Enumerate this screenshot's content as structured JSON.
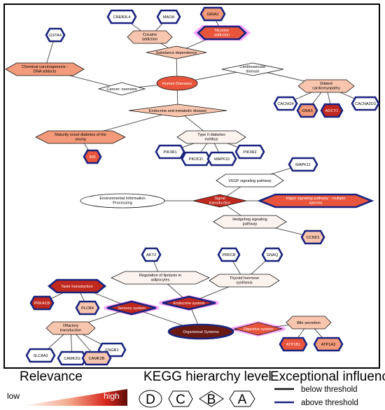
{
  "colors": {
    "border_above": "#1a237e",
    "border_below": "#111111",
    "edge": "#555555",
    "highlight": "#ff00ff",
    "frame": "#000000",
    "fill_very_low": "#fdf3ee",
    "fill_low": "#f8c5ae",
    "fill_mid": "#f29a7a",
    "fill_high": "#e8553c",
    "fill_very_high": "#c0281e",
    "fill_darkest": "#6b1a12",
    "fill_white": "#ffffff"
  },
  "nodes": [
    {
      "id": "creb3l4",
      "label": "CREB3L4",
      "level": "A",
      "fill": "fill_white",
      "border": "above"
    },
    {
      "id": "maoa",
      "label": "MAOA",
      "level": "A",
      "fill": "fill_white",
      "border": "above"
    },
    {
      "id": "gria2",
      "label": "GRIA2",
      "level": "A",
      "fill": "fill_mid",
      "border": "above"
    },
    {
      "id": "cocaine",
      "label": "Cocaine addiction",
      "level": "B",
      "fill": "fill_low",
      "border": "below"
    },
    {
      "id": "nicotine",
      "label": "Nicotine addiction",
      "level": "B",
      "fill": "fill_high",
      "border": "above"
    },
    {
      "id": "gsta4",
      "label": "GSTA4",
      "level": "A",
      "fill": "fill_white",
      "border": "above"
    },
    {
      "id": "substance",
      "label": "Substance dependence",
      "level": "C",
      "fill": "fill_low",
      "border": "below"
    },
    {
      "id": "chemcarc",
      "label": "Chemical carcinogenesis - DNA adducts",
      "level": "B",
      "fill": "fill_mid",
      "border": "below"
    },
    {
      "id": "cardiovascular",
      "label": "Cardiovascular disease",
      "level": "C",
      "fill": "fill_white",
      "border": "below"
    },
    {
      "id": "human",
      "label": "Human Diseases",
      "level": "D",
      "fill": "fill_high",
      "border": "below"
    },
    {
      "id": "cancer",
      "label": "Cancer: overview",
      "level": "C",
      "fill": "fill_white",
      "border": "below"
    },
    {
      "id": "dilated",
      "label": "Dilated cardiomyopathy",
      "level": "B",
      "fill": "fill_low",
      "border": "below"
    },
    {
      "id": "cacng4",
      "label": "CACNG4",
      "level": "A",
      "fill": "fill_white",
      "border": "above"
    },
    {
      "id": "gnas",
      "label": "GNAS",
      "level": "A",
      "fill": "fill_mid",
      "border": "above"
    },
    {
      "id": "adcy1",
      "label": "ADCY1",
      "level": "A",
      "fill": "fill_very_high",
      "border": "above"
    },
    {
      "id": "cacna2d3",
      "label": "CACNA2D3",
      "level": "A",
      "fill": "fill_white",
      "border": "above"
    },
    {
      "id": "endomet",
      "label": "Endocrine and metabolic disease",
      "level": "C",
      "fill": "fill_low",
      "border": "below"
    },
    {
      "id": "mody",
      "label": "Maturity onset diabetes of the young",
      "level": "B",
      "fill": "fill_mid",
      "border": "below"
    },
    {
      "id": "t2d",
      "label": "Type II diabetes mellitus",
      "level": "B",
      "fill": "fill_very_low",
      "border": "below"
    },
    {
      "id": "ins",
      "label": "INS",
      "level": "A",
      "fill": "fill_high",
      "border": "above"
    },
    {
      "id": "pik3r1",
      "label": "PIK3R1",
      "level": "A",
      "fill": "fill_white",
      "border": "above"
    },
    {
      "id": "pik3cd",
      "label": "PIK3CD",
      "level": "A",
      "fill": "fill_white",
      "border": "above"
    },
    {
      "id": "mapk10",
      "label": "MAPK10",
      "level": "A",
      "fill": "fill_white",
      "border": "above"
    },
    {
      "id": "pik3r2",
      "label": "PIK3R2",
      "level": "A",
      "fill": "fill_white",
      "border": "above"
    },
    {
      "id": "mapk11",
      "label": "MAPK11",
      "level": "A",
      "fill": "fill_white",
      "border": "above"
    },
    {
      "id": "vegf",
      "label": "VEGF signaling pathway",
      "level": "B",
      "fill": "fill_white",
      "border": "below"
    },
    {
      "id": "envinfo",
      "label": "Environmental Information Processing",
      "level": "D",
      "fill": "fill_white",
      "border": "below"
    },
    {
      "id": "sigtrans",
      "label": "Signal transduction",
      "level": "C",
      "fill": "fill_very_high",
      "border": "below"
    },
    {
      "id": "hippo",
      "label": "Hippo signaling pathway - multiple species",
      "level": "B",
      "fill": "fill_high",
      "border": "above"
    },
    {
      "id": "hedgehog",
      "label": "Hedgehog signaling pathway",
      "level": "B",
      "fill": "fill_very_low",
      "border": "below"
    },
    {
      "id": "ccnd1",
      "label": "CCND1",
      "level": "A",
      "fill": "fill_low",
      "border": "above"
    },
    {
      "id": "akt3",
      "label": "AKT3",
      "level": "A",
      "fill": "fill_white",
      "border": "above"
    },
    {
      "id": "prkcb",
      "label": "PRKCB",
      "level": "A",
      "fill": "fill_white",
      "border": "above"
    },
    {
      "id": "gnaq",
      "label": "GNAQ",
      "level": "A",
      "fill": "fill_white",
      "border": "above"
    },
    {
      "id": "lipolysis",
      "label": "Regulation of lipolysis in adipocytes",
      "level": "B",
      "fill": "fill_very_low",
      "border": "below"
    },
    {
      "id": "thyroid",
      "label": "Thyroid hormone synthesis",
      "level": "B",
      "fill": "fill_very_low",
      "border": "below"
    },
    {
      "id": "taste",
      "label": "Taste transduction",
      "level": "B",
      "fill": "fill_very_high",
      "border": "above"
    },
    {
      "id": "endosys",
      "label": "Endocrine system",
      "level": "C",
      "fill": "fill_very_high",
      "border": "above"
    },
    {
      "id": "prkacb",
      "label": "PRKACB",
      "level": "A",
      "fill": "fill_very_high",
      "border": "above"
    },
    {
      "id": "plcb4",
      "label": "PLCB4",
      "level": "A",
      "fill": "fill_low",
      "border": "above"
    },
    {
      "id": "sensory",
      "label": "Sensory system",
      "level": "C",
      "fill": "fill_very_high",
      "border": "above"
    },
    {
      "id": "bile",
      "label": "Bile secretion",
      "level": "B",
      "fill": "fill_low",
      "border": "below"
    },
    {
      "id": "digestive",
      "label": "Digestive system",
      "level": "C",
      "fill": "fill_high",
      "border": "below"
    },
    {
      "id": "organismal",
      "label": "Organismal Systems",
      "level": "D",
      "fill": "fill_darkest",
      "border": "above"
    },
    {
      "id": "olfactory",
      "label": "Olfactory transduction",
      "level": "B",
      "fill": "fill_low",
      "border": "below"
    },
    {
      "id": "atp1b1",
      "label": "ATP1B1",
      "level": "A",
      "fill": "fill_high",
      "border": "above"
    },
    {
      "id": "atp1a3",
      "label": "ATP1A3",
      "level": "A",
      "fill": "fill_mid",
      "border": "above"
    },
    {
      "id": "cngb1",
      "label": "CNGB1",
      "level": "A",
      "fill": "fill_white",
      "border": "above"
    },
    {
      "id": "slc8a3",
      "label": "SLC8A3",
      "level": "A",
      "fill": "fill_white",
      "border": "above"
    },
    {
      "id": "camk2g",
      "label": "CAMK2G",
      "level": "A",
      "fill": "fill_white",
      "border": "above"
    },
    {
      "id": "camk2b",
      "label": "CAMK2B",
      "level": "A",
      "fill": "fill_low",
      "border": "above"
    }
  ],
  "edges": [
    [
      "creb3l4",
      "cocaine"
    ],
    [
      "maoa",
      "cocaine"
    ],
    [
      "gria2",
      "nicotine"
    ],
    [
      "cocaine",
      "substance"
    ],
    [
      "nicotine",
      "substance"
    ],
    [
      "substance",
      "human"
    ],
    [
      "gsta4",
      "chemcarc"
    ],
    [
      "chemcarc",
      "cancer"
    ],
    [
      "cancer",
      "human"
    ],
    [
      "human",
      "cardiovascular"
    ],
    [
      "cardiovascular",
      "dilated"
    ],
    [
      "dilated",
      "cacng4"
    ],
    [
      "dilated",
      "gnas"
    ],
    [
      "dilated",
      "adcy1"
    ],
    [
      "dilated",
      "cacna2d3"
    ],
    [
      "human",
      "endomet"
    ],
    [
      "endomet",
      "mody"
    ],
    [
      "endomet",
      "t2d"
    ],
    [
      "mody",
      "ins"
    ],
    [
      "t2d",
      "pik3r1"
    ],
    [
      "t2d",
      "pik3cd"
    ],
    [
      "t2d",
      "mapk10"
    ],
    [
      "t2d",
      "pik3r2"
    ],
    [
      "mapk11",
      "vegf"
    ],
    [
      "vegf",
      "sigtrans"
    ],
    [
      "envinfo",
      "sigtrans"
    ],
    [
      "sigtrans",
      "hippo"
    ],
    [
      "sigtrans",
      "hedgehog"
    ],
    [
      "hedgehog",
      "ccnd1"
    ],
    [
      "akt3",
      "lipolysis"
    ],
    [
      "prkcb",
      "thyroid"
    ],
    [
      "gnaq",
      "thyroid"
    ],
    [
      "lipolysis",
      "endosys"
    ],
    [
      "thyroid",
      "endosys"
    ],
    [
      "taste",
      "prkacb"
    ],
    [
      "taste",
      "plcb4"
    ],
    [
      "taste",
      "sensory"
    ],
    [
      "sensory",
      "organismal"
    ],
    [
      "endosys",
      "organismal"
    ],
    [
      "digestive",
      "organismal"
    ],
    [
      "sensory",
      "olfactory"
    ],
    [
      "digestive",
      "bile"
    ],
    [
      "bile",
      "atp1b1"
    ],
    [
      "bile",
      "atp1a3"
    ],
    [
      "olfactory",
      "slc8a3"
    ],
    [
      "olfactory",
      "camk2g"
    ],
    [
      "olfactory",
      "camk2b"
    ],
    [
      "olfactory",
      "cngb1"
    ]
  ],
  "legend": {
    "relevance_title": "Relevance",
    "relevance_low": "low",
    "relevance_high": "high",
    "hierarchy_title": "KEGG hierarchy level",
    "hierarchy_levels": [
      "D",
      "C",
      "B",
      "A"
    ],
    "influence_title": "Exceptional influence",
    "influence_below": "below threshold",
    "influence_above": "above threshold"
  }
}
